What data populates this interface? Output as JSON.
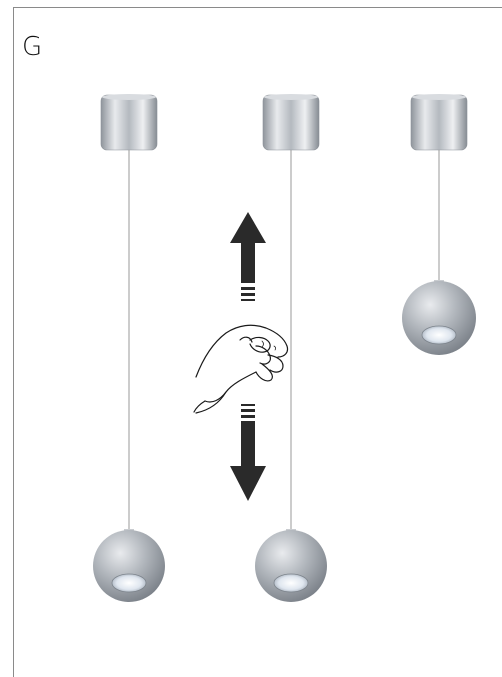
{
  "step": {
    "label": "G"
  },
  "instruction": {
    "action": "adjust-height",
    "directions": [
      "up",
      "down"
    ],
    "icons": [
      "hand-pinch-icon",
      "arrow-up-icon",
      "arrow-down-icon"
    ]
  },
  "pendants": [
    {
      "name": "pendant-left",
      "state": "lowered"
    },
    {
      "name": "pendant-middle",
      "state": "lowered"
    },
    {
      "name": "pendant-right",
      "state": "raised"
    }
  ],
  "colors": {
    "frame": "#8a8a8a",
    "arrow": "#2a2a2a",
    "cord": "#9a9a9a",
    "metal": "#a9adb3"
  }
}
